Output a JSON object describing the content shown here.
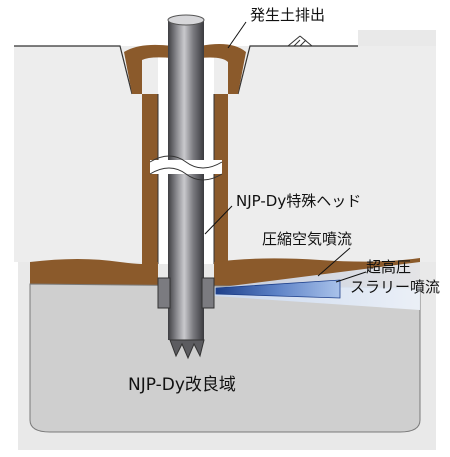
{
  "labels": {
    "soil_discharge": "発生土排出",
    "special_head": "NJP-Dy特殊ヘッド",
    "compressed_air_jet": "圧縮空気噴流",
    "ultra_high_pressure_line1": "超高圧",
    "ultra_high_pressure_line2": "スラリー噴流",
    "improvement_zone": "NJP-Dy改良域"
  },
  "colors": {
    "ground": "#e9e9e9",
    "improved_zone": "#cfcfcf",
    "discharged_soil": "#8b5a2b",
    "rod": "#6f6f72",
    "jet": "#3f63a8"
  }
}
